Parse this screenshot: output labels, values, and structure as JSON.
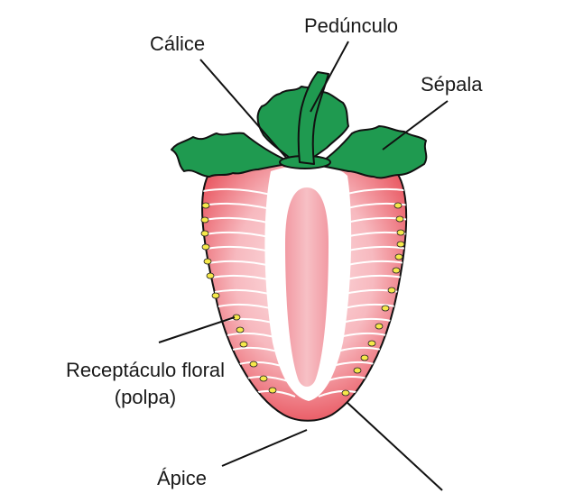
{
  "labels": {
    "calice": "Cálice",
    "pedunculo": "Pedúnculo",
    "sepala": "Sépala",
    "receptaculo_line1": "Receptáculo floral",
    "receptaculo_line2": "(polpa)",
    "apice": "Ápice"
  },
  "colors": {
    "flesh_outer": "#e8505a",
    "flesh_light": "#fbd3d6",
    "core": "#f4a9b0",
    "leaf": "#1f9a50",
    "achene": "#f6e94a",
    "outline": "#111111"
  }
}
